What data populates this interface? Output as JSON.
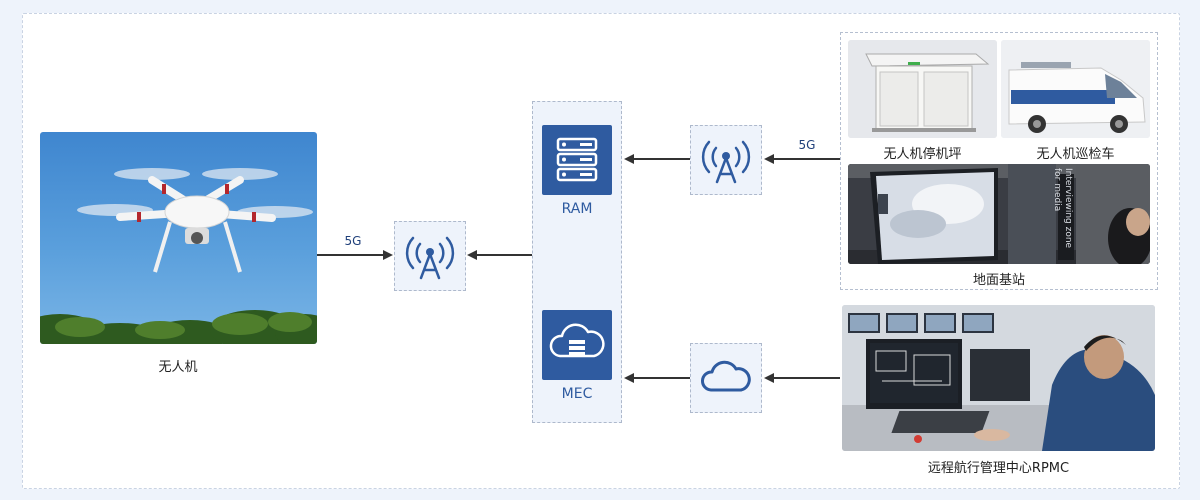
{
  "drone": {
    "label": "无人机"
  },
  "links": {
    "drone_5g": "5G",
    "ground_5g": "5G"
  },
  "core": {
    "ram_label": "RAM",
    "mec_label": "MEC"
  },
  "ground": {
    "apron_label": "无人机停机坪",
    "vehicle_label": "无人机巡检车",
    "station_label": "地面基站",
    "screen_text": "Interviewing zone for media"
  },
  "control": {
    "label": "远程航行管理中心RPMC"
  },
  "icons": {
    "drone_antenna": "antenna-tower-icon",
    "ground_antenna": "antenna-tower-icon",
    "ram": "server-rack-icon",
    "mec": "cloud-server-icon",
    "cloud": "cloud-icon"
  },
  "colors": {
    "accent": "#2f5ba0",
    "box_fill": "#eef3fb"
  }
}
